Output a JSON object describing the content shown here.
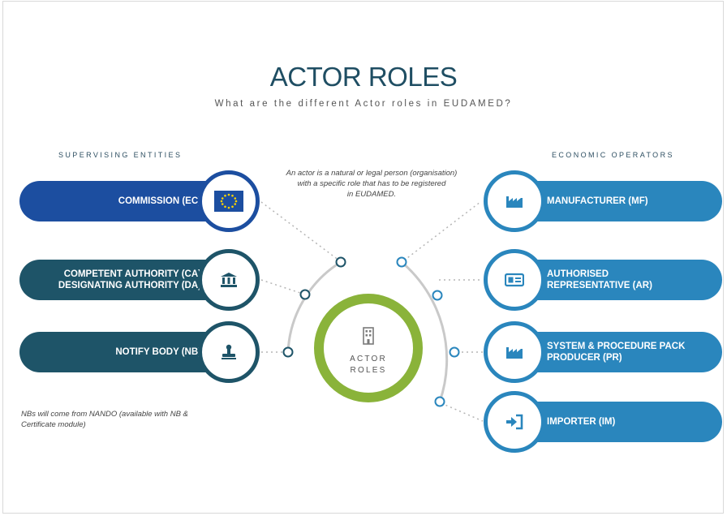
{
  "title": "ACTOR ROLES",
  "subtitle": "What are the different Actor roles in EUDAMED?",
  "left_heading": "SUPERVISING ENTITIES",
  "right_heading": "ECONOMIC OPERATORS",
  "definition": {
    "line1": "An actor is a natural or legal person (organisation)",
    "line2": "with a specific role that has to be registered",
    "line3": "in EUDAMED."
  },
  "center": {
    "line1": "ACTOR",
    "line2": "ROLES"
  },
  "supervising": [
    {
      "lines": [
        "COMMISSION (EC)"
      ],
      "icon": "eu-flag-icon",
      "color": "#1c4ea0"
    },
    {
      "lines": [
        "COMPETENT AUTHORITY (CA)",
        "DESIGNATING AUTHORITY (DA)"
      ],
      "icon": "government-building-icon",
      "color": "#1e5468"
    },
    {
      "lines": [
        "NOTIFY BODY (NB)"
      ],
      "icon": "stamp-icon",
      "color": "#1e5468"
    }
  ],
  "operators": [
    {
      "lines": [
        "MANUFACTURER (MF)"
      ],
      "icon": "factory-icon",
      "color": "#2a86bd"
    },
    {
      "lines": [
        "AUTHORISED",
        "REPRESENTATIVE (AR)"
      ],
      "icon": "id-card-icon",
      "color": "#2a86bd"
    },
    {
      "lines": [
        "SYSTEM & PROCEDURE PACK",
        "PRODUCER (PR)"
      ],
      "icon": "factory-icon",
      "color": "#2a86bd"
    },
    {
      "lines": [
        "IMPORTER (IM)"
      ],
      "icon": "import-icon",
      "color": "#2a86bd"
    }
  ],
  "footnote": {
    "line1": "NBs will come from NANDO (available with NB &",
    "line2": "Certificate module)"
  },
  "colors": {
    "green": "#8ab33a",
    "navy": "#1e5468",
    "blue": "#2a86bd",
    "eu_blue": "#1c4ea0"
  }
}
